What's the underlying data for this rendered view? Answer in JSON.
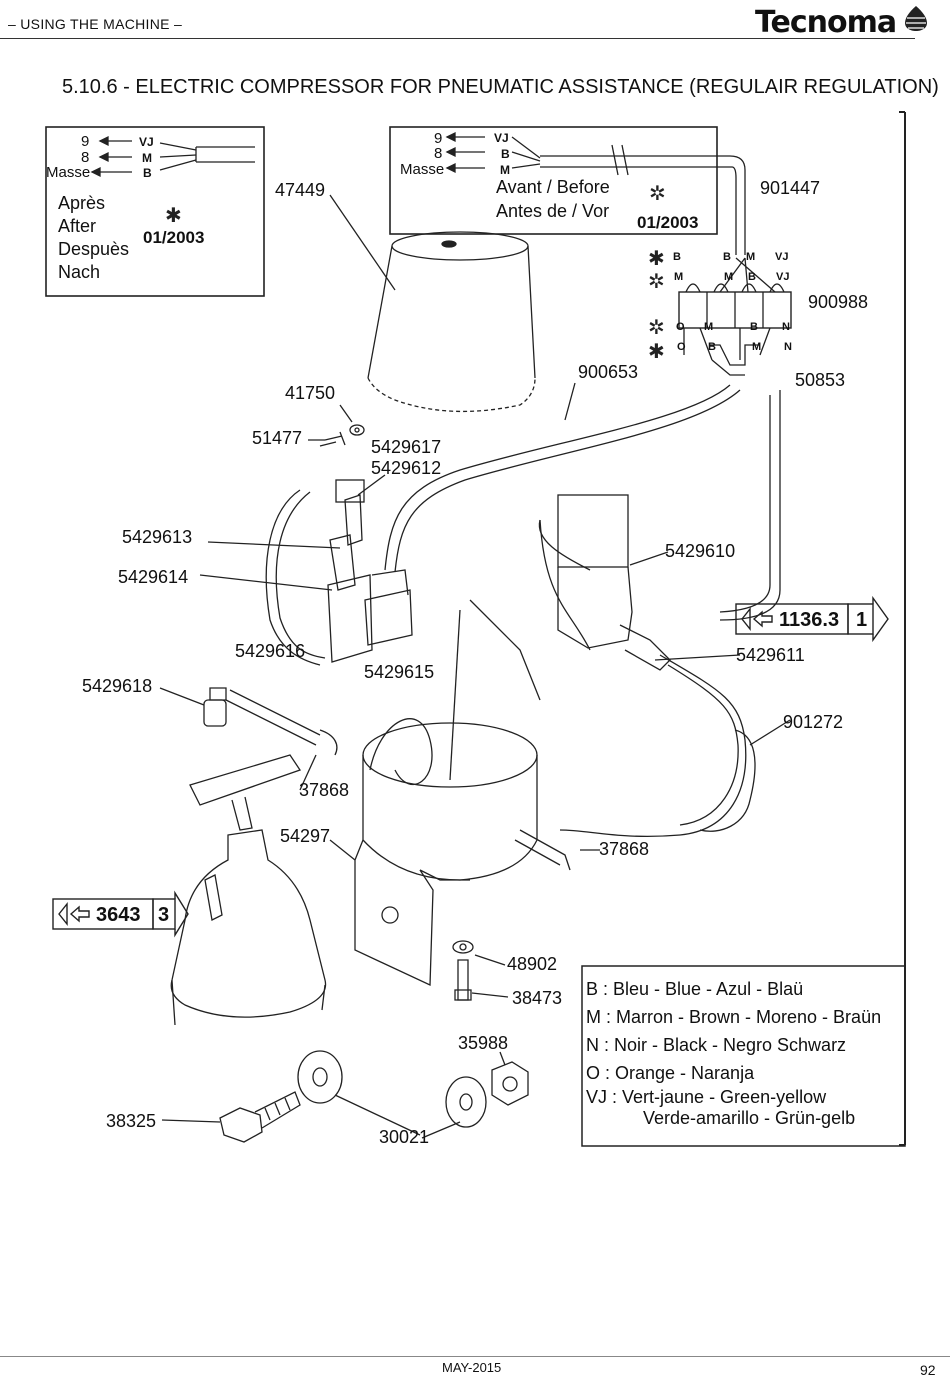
{
  "header": {
    "section": "– USING THE MACHINE –",
    "brand": "Tecnoma"
  },
  "title": "5.10.6 - ELECTRIC COMPRESSOR FOR PNEUMATIC ASSISTANCE (REGULAIR REGULATION)",
  "box_after": {
    "wires": [
      {
        "num": "9",
        "code": "VJ"
      },
      {
        "num": "8",
        "code": "M"
      },
      {
        "num": "Masse",
        "code": "B"
      }
    ],
    "labels": [
      "Après",
      "After",
      "Despuès",
      "Nach"
    ],
    "date": "01/2003"
  },
  "box_before": {
    "wires": [
      {
        "num": "9",
        "code": "VJ"
      },
      {
        "num": "8",
        "code": "B"
      },
      {
        "num": "Masse",
        "code": "M"
      }
    ],
    "line1": "Avant / Before",
    "line2": "Antes de / Vor",
    "date": "01/2003"
  },
  "terminals": {
    "row_after_top": [
      "B",
      "B",
      "M",
      "VJ"
    ],
    "row_before_top": [
      "M",
      "M",
      "B",
      "VJ"
    ],
    "row_before_bottom": [
      "O",
      "M",
      "B",
      "N"
    ],
    "row_after_bottom": [
      "O",
      "B",
      "M",
      "N"
    ]
  },
  "parts": {
    "p47449": "47449",
    "p901447": "901447",
    "p900988": "900988",
    "p900653": "900653",
    "p50853": "50853",
    "p41750": "41750",
    "p51477": "51477",
    "p5429617": "5429617",
    "p5429612": "5429612",
    "p5429613": "5429613",
    "p5429614": "5429614",
    "p5429610": "5429610",
    "p5429611": "5429611",
    "p5429616": "5429616",
    "p5429615": "5429615",
    "p5429618": "5429618",
    "p901272": "901272",
    "p37868a": "37868",
    "p54297": "54297",
    "p37868b": "37868",
    "p48902": "48902",
    "p38473": "38473",
    "p35988": "35988",
    "p38325": "38325",
    "p30021": "30021"
  },
  "refs": {
    "ref1": {
      "num": "1136.3",
      "sub": "1"
    },
    "ref2": {
      "num": "3643",
      "sub": "3"
    }
  },
  "legend": [
    "B : Bleu - Blue - Azul - Blaü",
    "M : Marron - Brown - Moreno - Braün",
    "N : Noir - Black - Negro  Schwarz",
    "O : Orange - Naranja",
    "VJ : Vert-jaune - Green-yellow",
    "Verde-amarillo - Grün-gelb"
  ],
  "footer": {
    "date": "MAY-2015",
    "page": "92"
  }
}
